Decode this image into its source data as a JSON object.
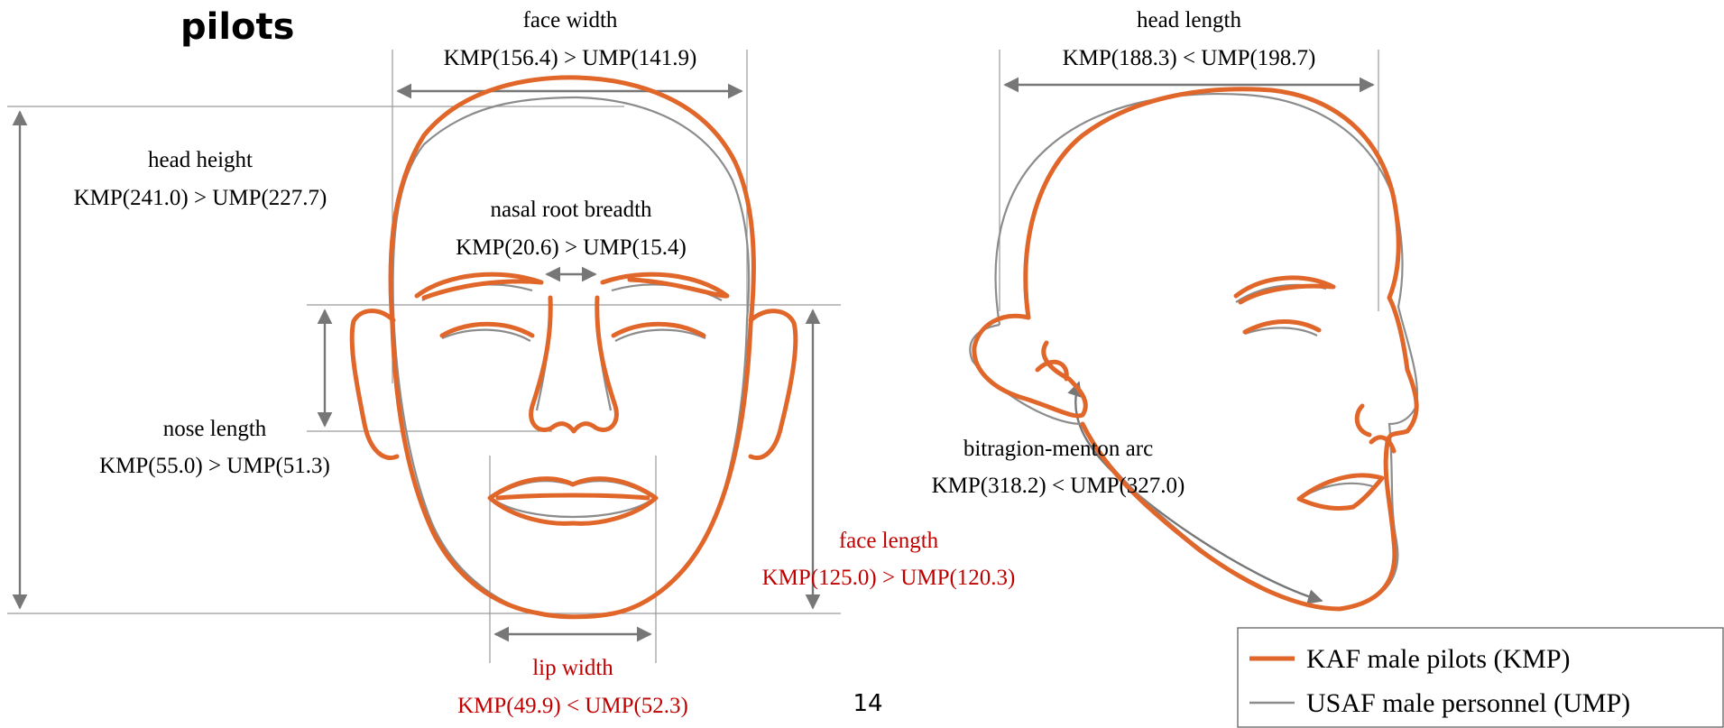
{
  "title": "pilots",
  "page_number": "14",
  "colors": {
    "kmp": "#e0662a",
    "ump": "#8c8c8c",
    "red_text": "#c00000",
    "arrow": "#777777",
    "guide": "#9a9a9a",
    "text": "#000000"
  },
  "measurements": {
    "face_width": {
      "name": "face width",
      "comparison": "KMP(156.4) > UMP(141.9)",
      "kmp": 156.4,
      "ump": 141.9,
      "highlight": false
    },
    "head_length": {
      "name": "head length",
      "comparison": "KMP(188.3) < UMP(198.7)",
      "kmp": 188.3,
      "ump": 198.7,
      "highlight": false
    },
    "head_height": {
      "name": "head height",
      "comparison": "KMP(241.0) > UMP(227.7)",
      "kmp": 241.0,
      "ump": 227.7,
      "highlight": false
    },
    "nasal_root": {
      "name": "nasal root breadth",
      "comparison": "KMP(20.6) > UMP(15.4)",
      "kmp": 20.6,
      "ump": 15.4,
      "highlight": false
    },
    "nose_length": {
      "name": "nose length",
      "comparison": "KMP(55.0) > UMP(51.3)",
      "kmp": 55.0,
      "ump": 51.3,
      "highlight": false
    },
    "bitragion": {
      "name": "bitragion-menton arc",
      "comparison": "KMP(318.2) < UMP(327.0)",
      "kmp": 318.2,
      "ump": 327.0,
      "highlight": false
    },
    "face_length": {
      "name": "face length",
      "comparison": "KMP(125.0) > UMP(120.3)",
      "kmp": 125.0,
      "ump": 120.3,
      "highlight": true
    },
    "lip_width": {
      "name": "lip width",
      "comparison": "KMP(49.9) < UMP(52.3)",
      "kmp": 49.9,
      "ump": 52.3,
      "highlight": true
    }
  },
  "legend": {
    "items": [
      {
        "label": "KAF male pilots (KMP)",
        "series": "kmp"
      },
      {
        "label": "USAF male personnel (UMP)",
        "series": "ump"
      }
    ]
  }
}
